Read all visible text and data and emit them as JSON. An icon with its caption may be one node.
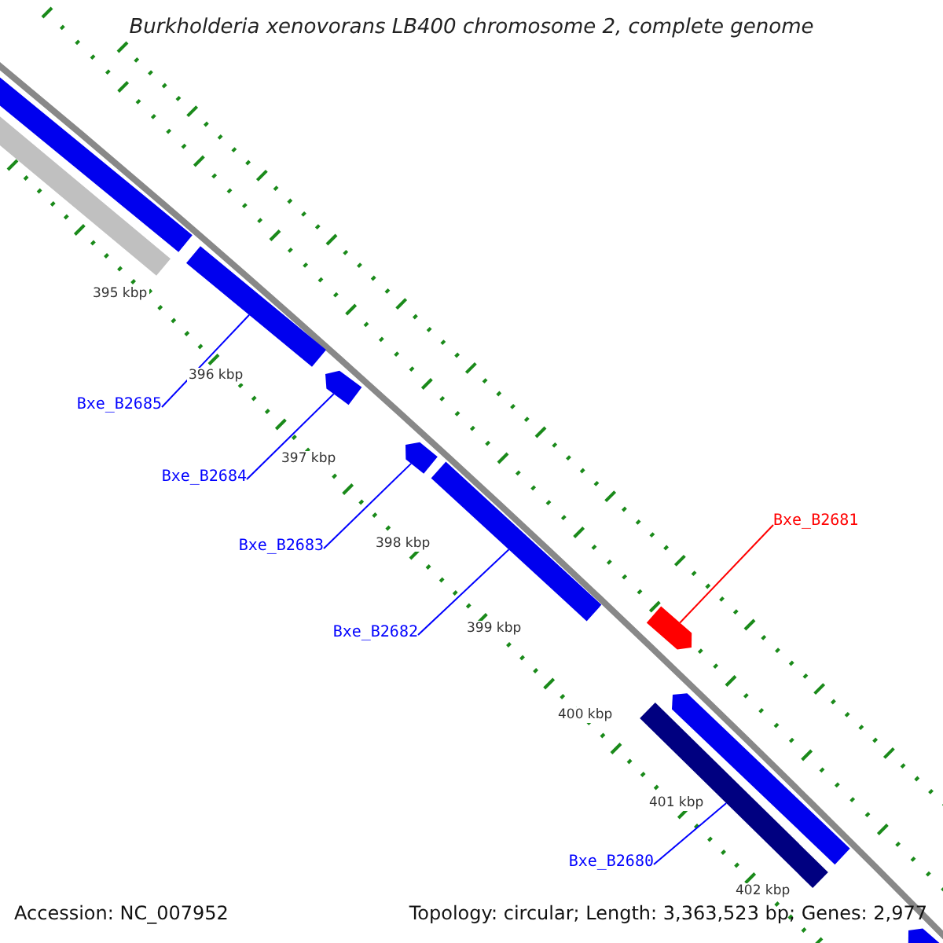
{
  "diagram": {
    "title": "Burkholderia xenovorans LB400 chromosome 2, complete genome",
    "nodes": [
      {
        "text": [
          "Bxe_B2685"
        ]
      },
      {
        "text": [
          "Bxe_B2684"
        ]
      },
      {
        "text": [
          "Bxe_B2683"
        ]
      },
      {
        "text": [
          "Bxe_B2682"
        ]
      },
      {
        "text": [
          "Bxe_B2681"
        ]
      },
      {
        "text": [
          "Bxe_B2680"
        ]
      },
      {
        "text": [],
        "shape": "bar"
      },
      {
        "text": [],
        "shape": "bar"
      },
      {
        "text": [],
        "shape": "bar"
      },
      {
        "text": [],
        "shape": "bar"
      },
      {
        "text": [],
        "shape": "bar"
      },
      {
        "text": [],
        "shape": "bar"
      },
      {
        "text": [],
        "shape": "bar"
      },
      {
        "text": [],
        "shape": "bar"
      },
      {
        "text": [],
        "shape": "bar"
      },
      {
        "text": [],
        "shape": "bar"
      }
    ],
    "edges": [
      {
        "from": 0,
        "to": 6,
        "arrow": "none"
      },
      {
        "from": 1,
        "to": 7,
        "arrow": "none"
      },
      {
        "from": 2,
        "to": 8,
        "arrow": "none"
      },
      {
        "from": 3,
        "to": 9,
        "arrow": "none"
      },
      {
        "from": 4,
        "to": 10,
        "arrow": "none",
        "color": "#ff0000"
      },
      {
        "from": 5,
        "to": 11,
        "arrow": "none"
      }
    ],
    "labels": [
      "395 kbp",
      "396 kbp",
      "397 kbp",
      "398 kbp",
      "399 kbp",
      "400 kbp",
      "401 kbp",
      "402 kbp",
      "Accession: NC_007952",
      "Topology: circular; Length: 3,363,523 bp; Genes: 2,977"
    ]
  }
}
